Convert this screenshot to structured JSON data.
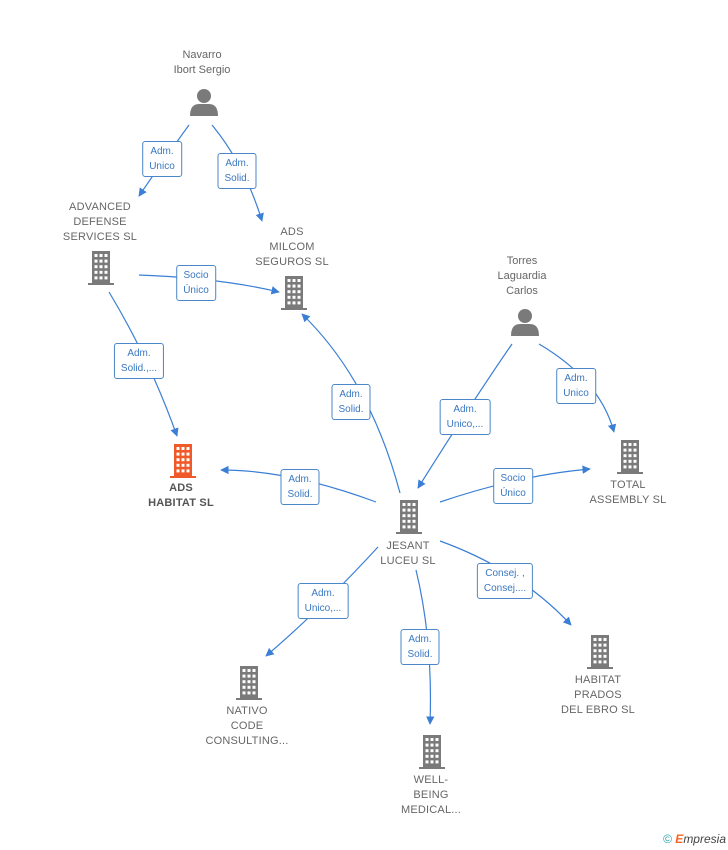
{
  "nodes": [
    {
      "id": "navarro",
      "type": "person",
      "label": "Navarro\nIbort Sergio"
    },
    {
      "id": "advanced",
      "type": "company",
      "label": "ADVANCED\nDEFENSE\nSERVICES  SL"
    },
    {
      "id": "milcom",
      "type": "company",
      "label": "ADS\nMILCOM\nSEGUROS  SL"
    },
    {
      "id": "torres",
      "type": "person",
      "label": "Torres\nLaguardia\nCarlos"
    },
    {
      "id": "habitat",
      "type": "company",
      "label": "ADS\nHABITAT  SL",
      "highlight": true
    },
    {
      "id": "jesant",
      "type": "company",
      "label": "JESANT\nLUCEU  SL"
    },
    {
      "id": "total",
      "type": "company",
      "label": "TOTAL\nASSEMBLY  SL"
    },
    {
      "id": "prados",
      "type": "company",
      "label": "HABITAT\nPRADOS\nDEL EBRO  SL"
    },
    {
      "id": "nativo",
      "type": "company",
      "label": "NATIVO\nCODE\nCONSULTING..."
    },
    {
      "id": "wellbeing",
      "type": "company",
      "label": "WELL-\nBEING\nMEDICAL..."
    }
  ],
  "edges": [
    {
      "from": "navarro",
      "to": "advanced",
      "label": "Adm.\nUnico"
    },
    {
      "from": "navarro",
      "to": "milcom",
      "label": "Adm.\nSolid."
    },
    {
      "from": "advanced",
      "to": "milcom",
      "label": "Socio\nÚnico"
    },
    {
      "from": "advanced",
      "to": "habitat",
      "label": "Adm.\nSolid.,..."
    },
    {
      "from": "jesant",
      "to": "milcom",
      "label": "Adm.\nSolid."
    },
    {
      "from": "torres",
      "to": "jesant",
      "label": "Adm.\nUnico,..."
    },
    {
      "from": "torres",
      "to": "total",
      "label": "Adm.\nUnico"
    },
    {
      "from": "jesant",
      "to": "habitat",
      "label": "Adm.\nSolid."
    },
    {
      "from": "jesant",
      "to": "total",
      "label": "Socio\nÚnico"
    },
    {
      "from": "jesant",
      "to": "prados",
      "label": "Consej. ,\nConsej...."
    },
    {
      "from": "jesant",
      "to": "nativo",
      "label": "Adm.\nUnico,..."
    },
    {
      "from": "jesant",
      "to": "wellbeing",
      "label": "Adm.\nSolid."
    }
  ],
  "colors": {
    "edge": "#3a7fd5",
    "icon": "#7a7a7a",
    "highlight_icon": "#f05a28",
    "label_text": "#666666",
    "edge_label_text": "#3a78c0"
  },
  "footer": {
    "copyright_symbol": "©",
    "brand_initial": "E",
    "brand_rest": "mpresia"
  }
}
